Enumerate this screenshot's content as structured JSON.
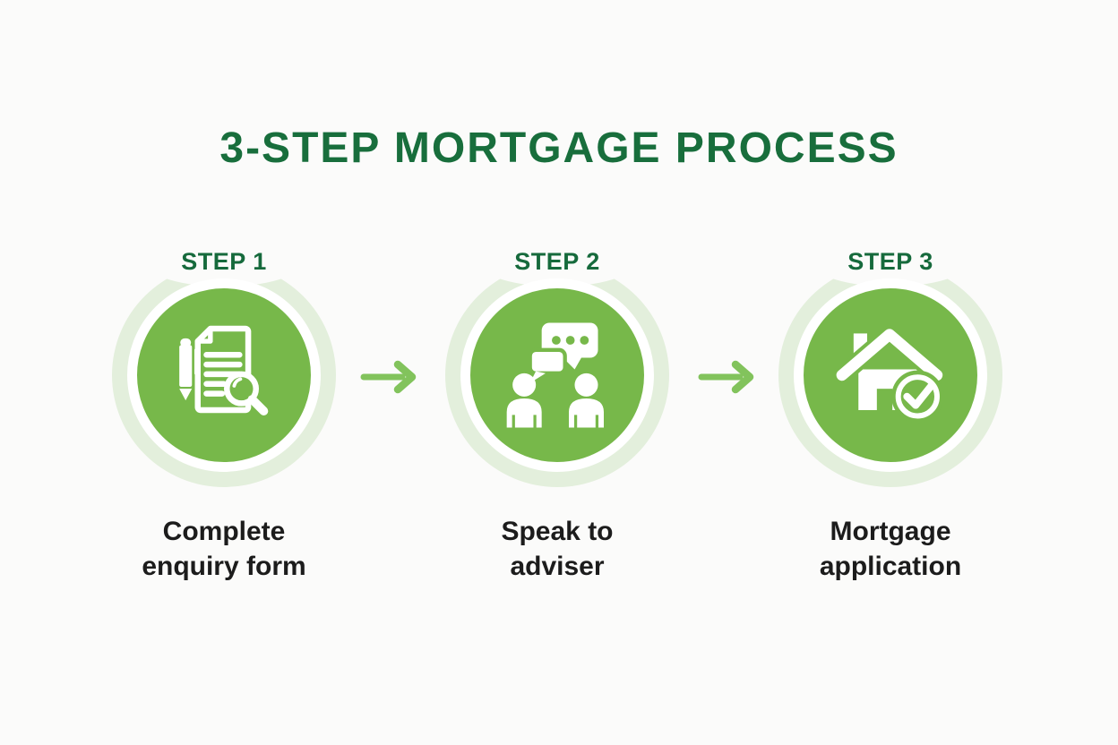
{
  "title": "3-STEP MORTGAGE PROCESS",
  "steps": [
    {
      "step_label": "STEP 1",
      "caption": "Complete\nenquiry form",
      "icon": "enquiry-form-icon"
    },
    {
      "step_label": "STEP 2",
      "caption": "Speak to\nadviser",
      "icon": "speak-to-adviser-icon"
    },
    {
      "step_label": "STEP 3",
      "caption": "Mortgage\napplication",
      "icon": "mortgage-application-icon"
    }
  ],
  "colors": {
    "background": "#fbfbfa",
    "title_green": "#186e3c",
    "step_label_green": "#166a3c",
    "circle_green": "#77b84a",
    "ring_green": "#e3efdc",
    "arrow_green": "#82c35c",
    "caption_dark": "#1c1c1c",
    "white": "#ffffff"
  }
}
